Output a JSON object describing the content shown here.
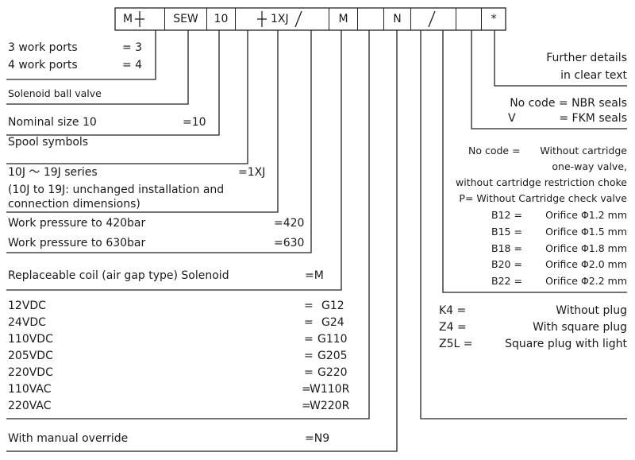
{
  "code_boxes": [
    "M",
    "SEW",
    "10",
    "1XJ",
    "M",
    "",
    "N",
    "",
    "",
    "*"
  ],
  "left": {
    "work_ports_3": "3 work ports",
    "work_ports_3_val": "= 3",
    "work_ports_4": "4 work ports",
    "work_ports_4_val": "= 4",
    "solenoid_ball_valve": "Solenoid ball valve",
    "nominal_size": "Nominal size 10",
    "nominal_size_val": "=10",
    "spool_symbols": "Spool symbols",
    "series": "10J ～ 19J series",
    "series_val": "=1XJ",
    "series_note1": "(10J to 19J: unchanged installation  and",
    "series_note2": "connection dimensions)",
    "pressure_420": "Work pressure to 420bar",
    "pressure_420_val": "=420",
    "pressure_630": "Work pressure to 630bar",
    "pressure_630_val": "=630",
    "coil": "Replaceable coil  (air gap type) Solenoid",
    "coil_val": "=M",
    "voltages": [
      {
        "label": "12VDC",
        "eq": "=",
        "code": "G12"
      },
      {
        "label": "24VDC",
        "eq": "=",
        "code": "G24"
      },
      {
        "label": "110VDC",
        "eq": "=",
        "code": "G110"
      },
      {
        "label": "205VDC",
        "eq": "=",
        "code": "G205"
      },
      {
        "label": "220VDC",
        "eq": "=",
        "code": "G220"
      },
      {
        "label": "110VAC",
        "eq": "=",
        "code": "W110R"
      },
      {
        "label": "220VAC",
        "eq": "=",
        "code": "W220R"
      }
    ],
    "manual_override": "With manual override",
    "manual_override_val": "=N9"
  },
  "right": {
    "further1": "Further details",
    "further2": "in clear text",
    "seal_nbr": "No code = NBR seals",
    "seal_v": "V",
    "seal_fkm": "= FKM seals",
    "cart_nocode": "No code =",
    "cart_without": "Without cartridge",
    "cart_oneway": "one-way valve,",
    "cart_restriction": "without cartridge restriction choke",
    "cart_p": "P= Without Cartridge check valve",
    "orifices": [
      {
        "code": "B12 =",
        "desc": "Orifice Φ1.2 mm"
      },
      {
        "code": "B15 =",
        "desc": "Orifice Φ1.5 mm"
      },
      {
        "code": "B18 =",
        "desc": "Orifice Φ1.8 mm"
      },
      {
        "code": "B20 =",
        "desc": "Orifice Φ2.0 mm"
      },
      {
        "code": "B22 =",
        "desc": "Orifice Φ2.2 mm"
      }
    ],
    "plugs": [
      {
        "code": "K4 =",
        "desc": "Without plug"
      },
      {
        "code": "Z4 =",
        "desc": "With square plug"
      },
      {
        "code": "Z5L =",
        "desc": "Square plug with light"
      }
    ]
  }
}
